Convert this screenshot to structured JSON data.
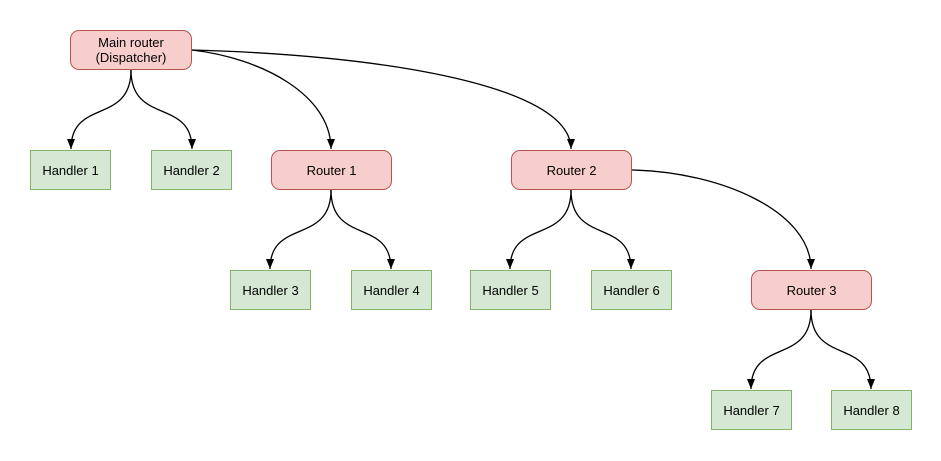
{
  "colors": {
    "router_fill": "#f8cecc",
    "router_border": "#b85450",
    "handler_fill": "#d5e8d4",
    "handler_border": "#82b366",
    "edge": "#000000",
    "background": "#ffffff",
    "text": "#000000"
  },
  "diagram": {
    "type": "tree-flowchart",
    "nodes": [
      {
        "id": "main-router",
        "label": "Main router\n(Dispatcher)",
        "type": "router"
      },
      {
        "id": "handler-1",
        "label": "Handler 1",
        "type": "handler"
      },
      {
        "id": "handler-2",
        "label": "Handler 2",
        "type": "handler"
      },
      {
        "id": "router-1",
        "label": "Router 1",
        "type": "router"
      },
      {
        "id": "router-2",
        "label": "Router 2",
        "type": "router"
      },
      {
        "id": "handler-3",
        "label": "Handler 3",
        "type": "handler"
      },
      {
        "id": "handler-4",
        "label": "Handler 4",
        "type": "handler"
      },
      {
        "id": "handler-5",
        "label": "Handler 5",
        "type": "handler"
      },
      {
        "id": "handler-6",
        "label": "Handler 6",
        "type": "handler"
      },
      {
        "id": "router-3",
        "label": "Router 3",
        "type": "router"
      },
      {
        "id": "handler-7",
        "label": "Handler 7",
        "type": "handler"
      },
      {
        "id": "handler-8",
        "label": "Handler 8",
        "type": "handler"
      }
    ],
    "edges": [
      {
        "from": "main-router",
        "to": "handler-1"
      },
      {
        "from": "main-router",
        "to": "handler-2"
      },
      {
        "from": "main-router",
        "to": "router-1"
      },
      {
        "from": "main-router",
        "to": "router-2"
      },
      {
        "from": "router-1",
        "to": "handler-3"
      },
      {
        "from": "router-1",
        "to": "handler-4"
      },
      {
        "from": "router-2",
        "to": "handler-5"
      },
      {
        "from": "router-2",
        "to": "handler-6"
      },
      {
        "from": "router-2",
        "to": "router-3"
      },
      {
        "from": "router-3",
        "to": "handler-7"
      },
      {
        "from": "router-3",
        "to": "handler-8"
      }
    ]
  }
}
